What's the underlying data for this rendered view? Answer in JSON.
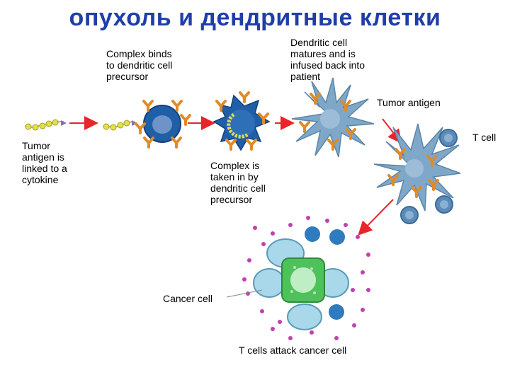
{
  "title": "опухоль и дендритные клетки",
  "labels": {
    "complex_binds": "Complex binds\nto dendritic cell\nprecursor",
    "matures": "Dendritic cell\nmatures and is\ninfused back into\npatient",
    "tumor_antigen": "Tumor antigen",
    "t_cell": "T cell",
    "linked": "Tumor\nantigen is\nlinked to a\ncytokine",
    "taken_in": "Complex is\ntaken in by\ndendritic cell\nprecursor",
    "cancer_cell": "Cancer cell",
    "attack": "T cells attack cancer cell"
  },
  "colors": {
    "title": "#1f3ea8",
    "arrow": "#e8252a",
    "precursor_cell": "#1f5fa8",
    "mature_dc": "#7fa8c8",
    "receptor": "#e08a2a",
    "antigen": "#e2e04a",
    "cytokine": "#8a6fb0",
    "t_cell": "#5b8bb8",
    "cancer_green": "#4ec25a",
    "cancer_blue": "#a8d8ea",
    "cytokine_dots": "#c040b0"
  }
}
